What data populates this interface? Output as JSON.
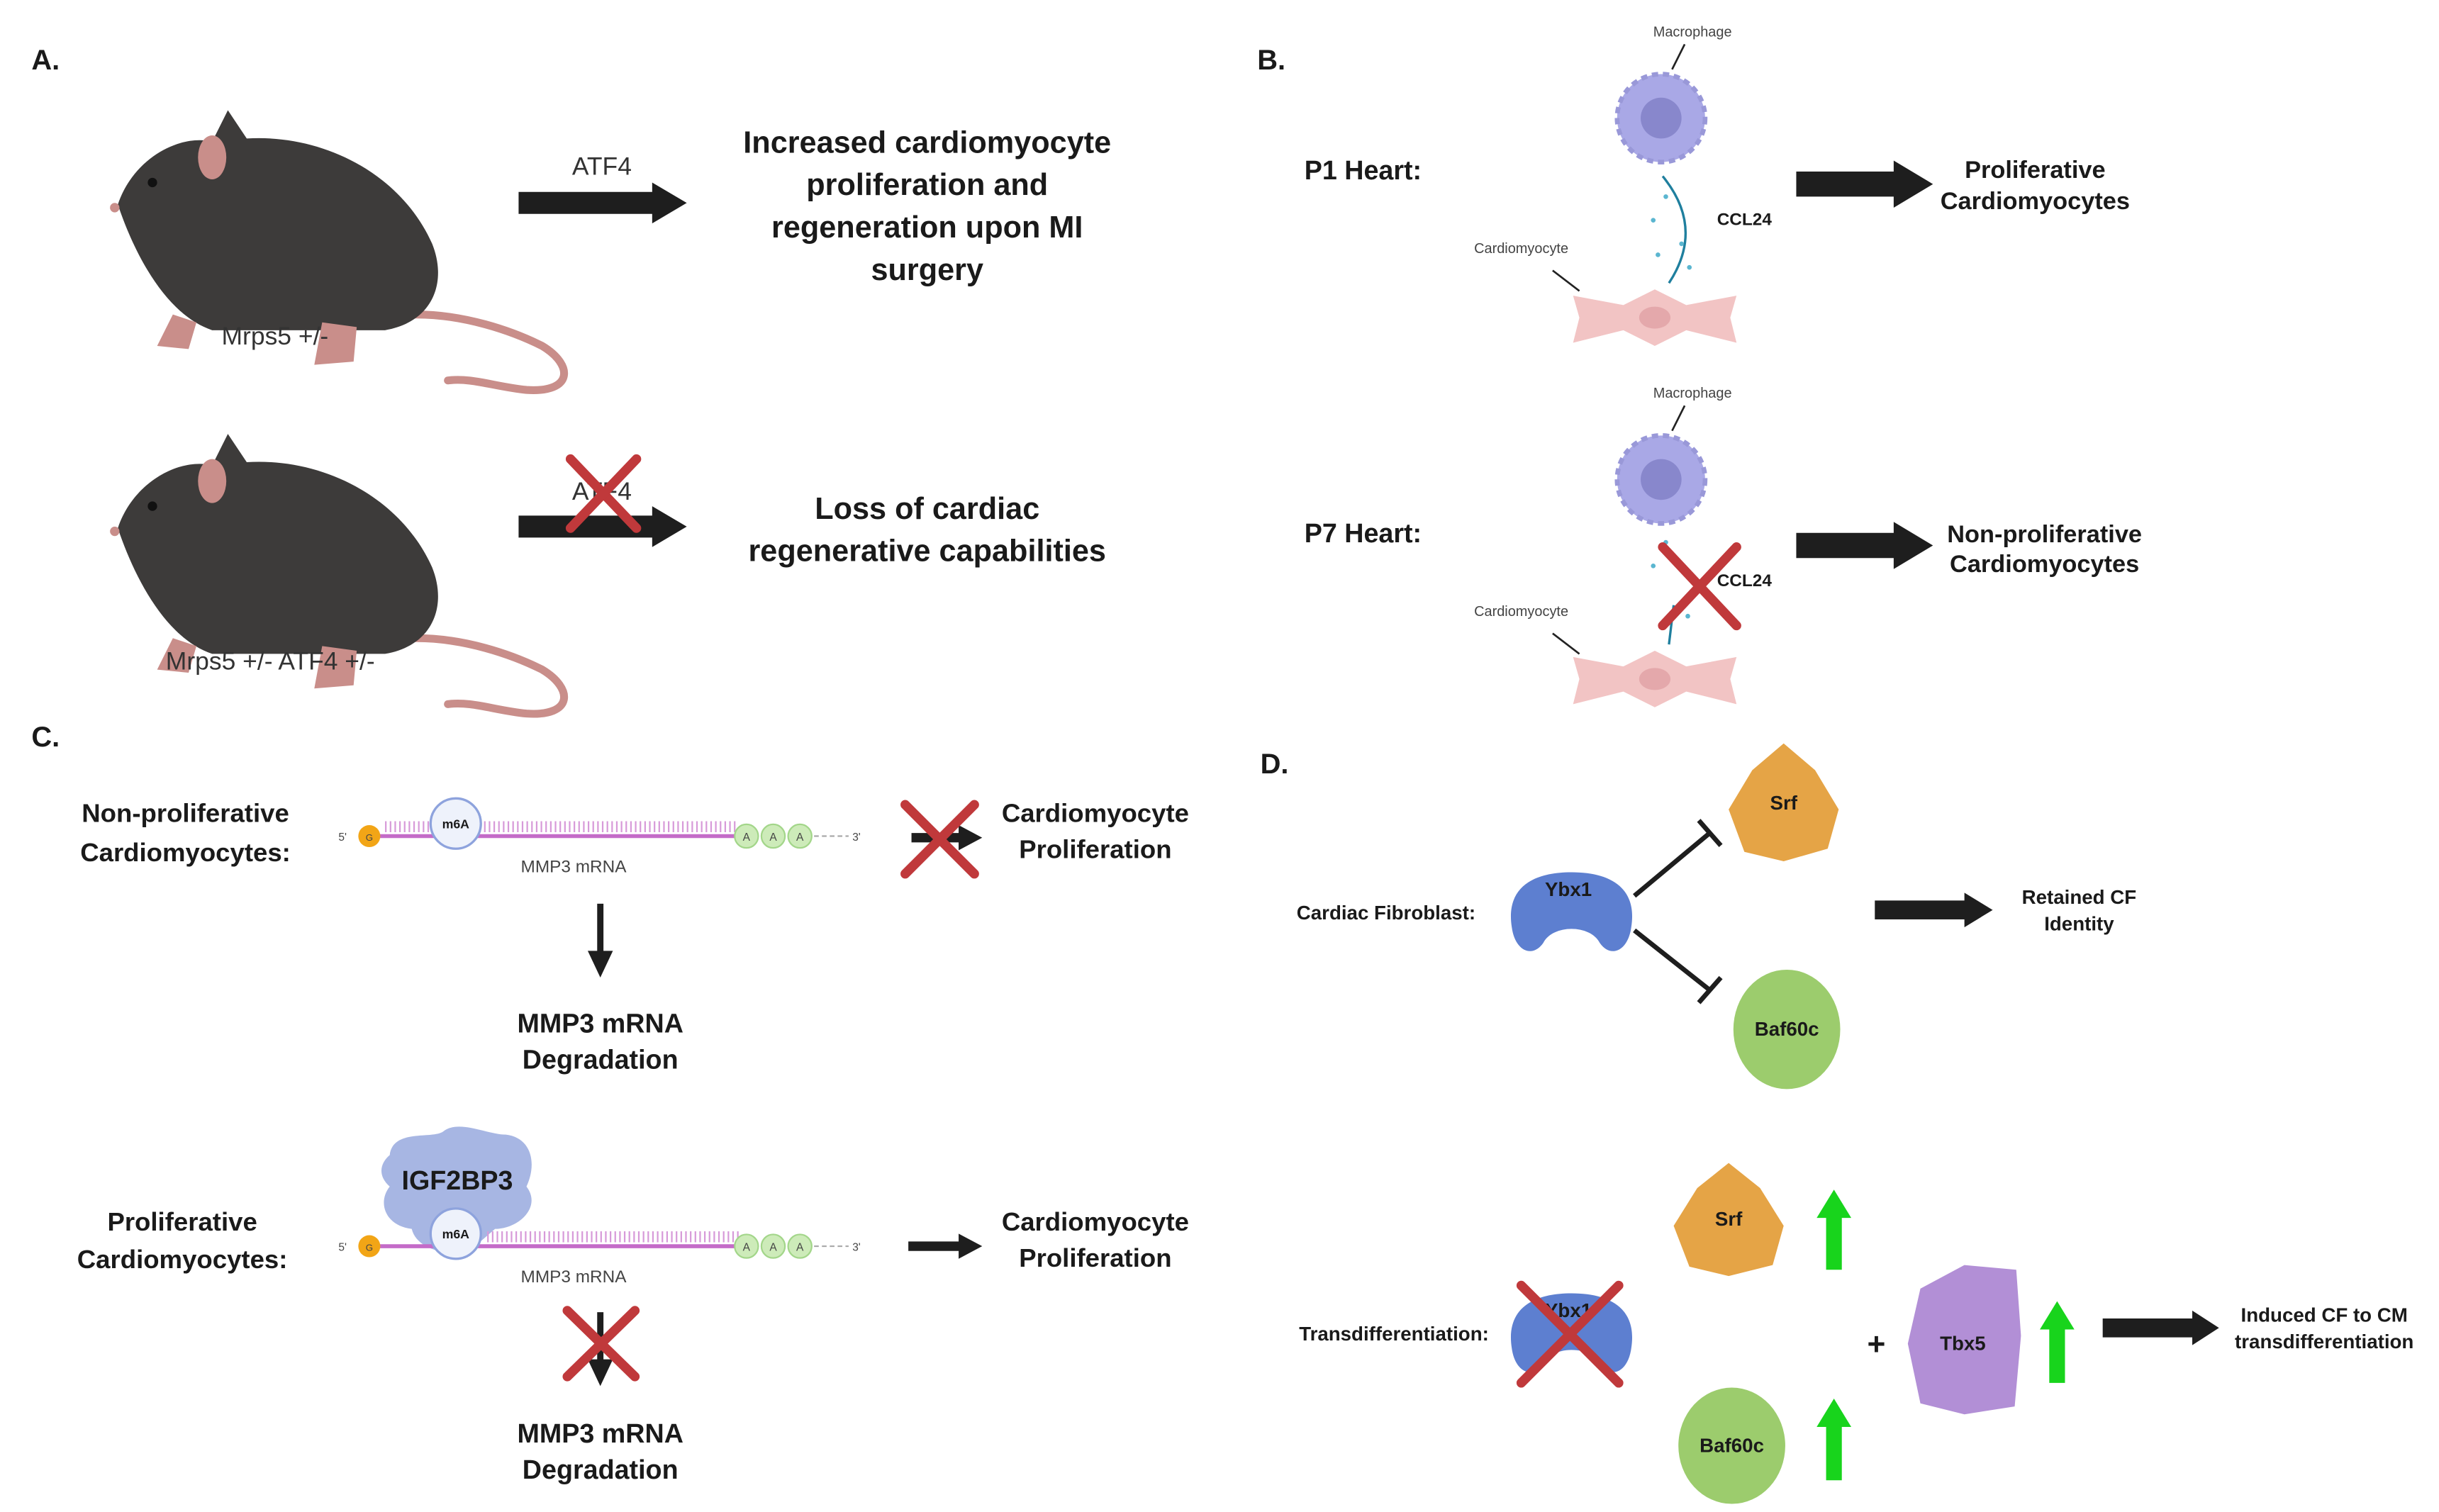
{
  "colors": {
    "arrow": "#1e1e1e",
    "cross": "#c0393b",
    "mouse_body": "#3d3b3a",
    "mouse_skin": "#c98e8a",
    "macrophage": "#a9a8e6",
    "cardiomyocyte": "#f2c4c4",
    "ccl24": "#2a8fb0",
    "mrna": "#c46bc8",
    "cap": "#f2a516",
    "polyA": "#b9e3a0",
    "igf2bp3": "#a7b6e3",
    "ybx1": "#5d7fd0",
    "srf": "#e5a446",
    "baf60c": "#9ccc6d",
    "tbx5": "#b28fd6",
    "up_arrow": "#18d41c"
  },
  "panel_a": {
    "label": "A.",
    "upper": {
      "genotype": "Mrps5 +/-",
      "arrow_label": "ATF4",
      "outcome_lines": [
        "Increased cardiomyocyte",
        "proliferation and",
        "regeneration upon MI",
        "surgery"
      ]
    },
    "lower": {
      "genotype": "Mrps5 +/- ATF4 +/-",
      "arrow_label": "ATF4",
      "outcome_lines": [
        "Loss of cardiac",
        "regenerative capabilities"
      ]
    }
  },
  "panel_b": {
    "label": "B.",
    "p1": {
      "heading": "P1 Heart:",
      "macrophage_label": "Macrophage",
      "signal_label": "CCL24",
      "cardiomyocyte_label": "Cardiomyocyte",
      "outcome_lines": [
        "Proliferative",
        "Cardiomyocytes"
      ]
    },
    "p7": {
      "heading": "P7 Heart:",
      "macrophage_label": "Macrophage",
      "signal_label": "CCL24",
      "cardiomyocyte_label": "Cardiomyocyte",
      "outcome_lines": [
        "Non-proliferative",
        "Cardiomyocytes"
      ]
    }
  },
  "panel_c": {
    "label": "C.",
    "non_proliferative": {
      "heading_lines": [
        "Non-proliferative",
        "Cardiomyocytes:"
      ],
      "five_prime": "5'",
      "three_prime": "3'",
      "cap": "G",
      "m6a": "m6A",
      "poly_a": [
        "A",
        "A",
        "A"
      ],
      "mrna_label": "MMP3 mRNA",
      "outcome_lines": [
        "Cardiomyocyte",
        "Proliferation"
      ],
      "degradation_lines": [
        "MMP3 mRNA",
        "Degradation"
      ]
    },
    "proliferative": {
      "heading_lines": [
        "Proliferative",
        "Cardiomyocytes:"
      ],
      "protein": "IGF2BP3",
      "five_prime": "5'",
      "three_prime": "3'",
      "cap": "G",
      "m6a": "m6A",
      "poly_a": [
        "A",
        "A",
        "A"
      ],
      "mrna_label": "MMP3 mRNA",
      "outcome_lines": [
        "Cardiomyocyte",
        "Proliferation"
      ],
      "degradation_lines": [
        "MMP3 mRNA",
        "Degradation"
      ]
    }
  },
  "panel_d": {
    "label": "D.",
    "fibroblast": {
      "heading": "Cardiac Fibroblast:",
      "ybx1": "Ybx1",
      "srf": "Srf",
      "baf60c": "Baf60c",
      "outcome_lines": [
        "Retained CF",
        "Identity"
      ]
    },
    "transdifferentiation": {
      "heading": "Transdifferentiation:",
      "ybx1": "Ybx1",
      "srf": "Srf",
      "baf60c": "Baf60c",
      "plus": "+",
      "tbx5": "Tbx5",
      "outcome_lines": [
        "Induced CF to CM",
        "transdifferentiation"
      ]
    }
  }
}
